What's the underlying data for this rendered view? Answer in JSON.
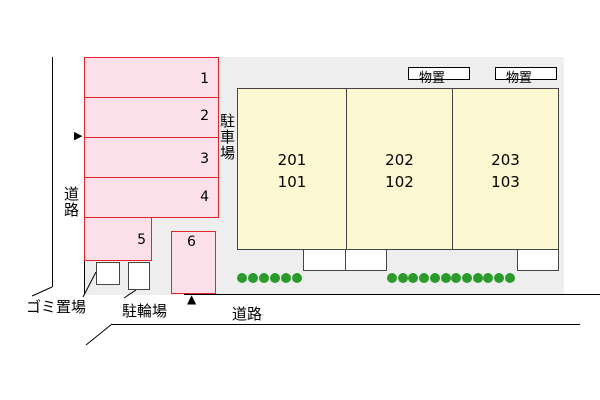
{
  "parking": {
    "spaces": [
      {
        "number": "1"
      },
      {
        "number": "2"
      },
      {
        "number": "3"
      },
      {
        "number": "4"
      },
      {
        "number": "5"
      },
      {
        "number": "6"
      }
    ],
    "label": "駐車場"
  },
  "building": {
    "units": [
      {
        "upper": "201",
        "lower": "101"
      },
      {
        "upper": "202",
        "lower": "102"
      },
      {
        "upper": "203",
        "lower": "103"
      }
    ]
  },
  "storage": [
    {
      "label": "物置"
    },
    {
      "label": "物置"
    }
  ],
  "roads": {
    "left": "道路",
    "bottom": "道路"
  },
  "facilities": {
    "garbage": "ゴミ置場",
    "bicycle": "駐輪場"
  },
  "entrance_marks": {
    "left": "▶",
    "bottom": "▲"
  },
  "colors": {
    "parking_fill": "#fbe0ea",
    "parking_border": "#e4242b",
    "building_fill": "#fcf8d2",
    "lot_fill": "#eeeeee",
    "shrub": "#2a9a2a"
  }
}
